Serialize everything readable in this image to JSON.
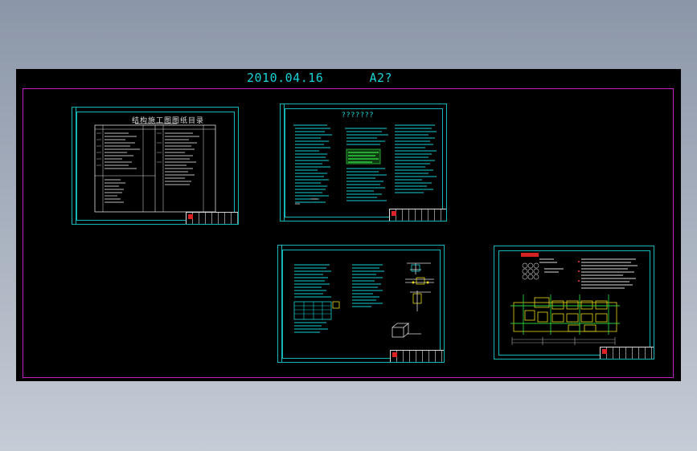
{
  "header": {
    "date": "2010.04.16",
    "sheet_size": "A2?"
  },
  "sheets": [
    {
      "id": "drawing-index",
      "title": "结构施工图图纸目录"
    },
    {
      "id": "general-notes",
      "title": "???????"
    },
    {
      "id": "notes-details",
      "title": ""
    },
    {
      "id": "foundation-plan",
      "title": ""
    }
  ],
  "colors": {
    "text_cyan": "#18d2d6",
    "frame_magenta": "#c21fc2",
    "border_cyan": "#16b5b8",
    "highlight_green": "#2ecc40",
    "note_yellow": "#e6d91c",
    "title_block_red": "#d22222"
  }
}
